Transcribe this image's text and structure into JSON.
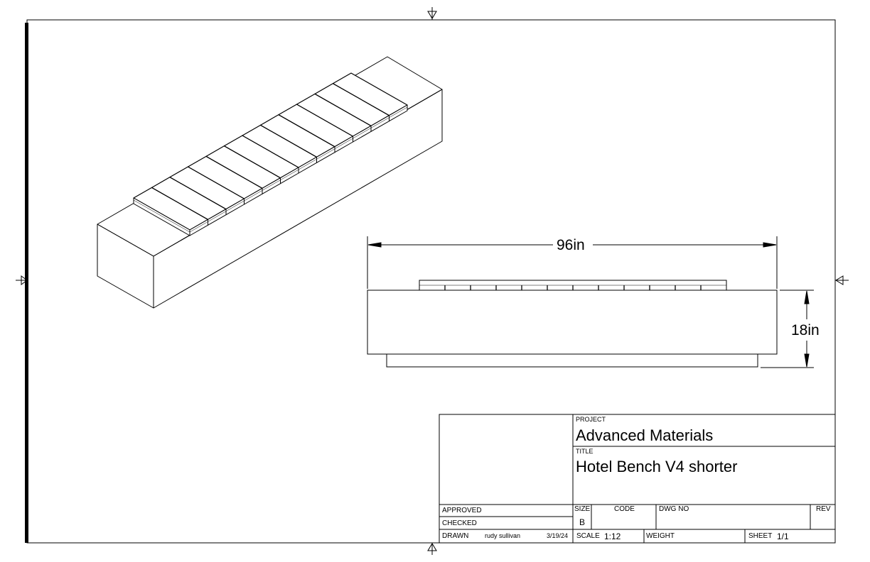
{
  "dimensions": {
    "length": "96in",
    "height": "18in"
  },
  "title_block": {
    "project_label": "PROJECT",
    "project": "Advanced Materials",
    "title_label": "TITLE",
    "title": "Hotel Bench V4 shorter",
    "approved_label": "APPROVED",
    "checked_label": "CHECKED",
    "drawn_label": "DRAWN",
    "drawn_by": "rudy sullivan",
    "drawn_date": "3/19/24",
    "size_label": "SIZE",
    "size": "B",
    "code_label": "CODE",
    "dwg_no_label": "DWG NO",
    "rev_label": "REV",
    "scale_label": "SCALE",
    "scale": "1:12",
    "weight_label": "WEIGHT",
    "sheet_label": "SHEET",
    "sheet": "1/1"
  },
  "slat_count": 12
}
